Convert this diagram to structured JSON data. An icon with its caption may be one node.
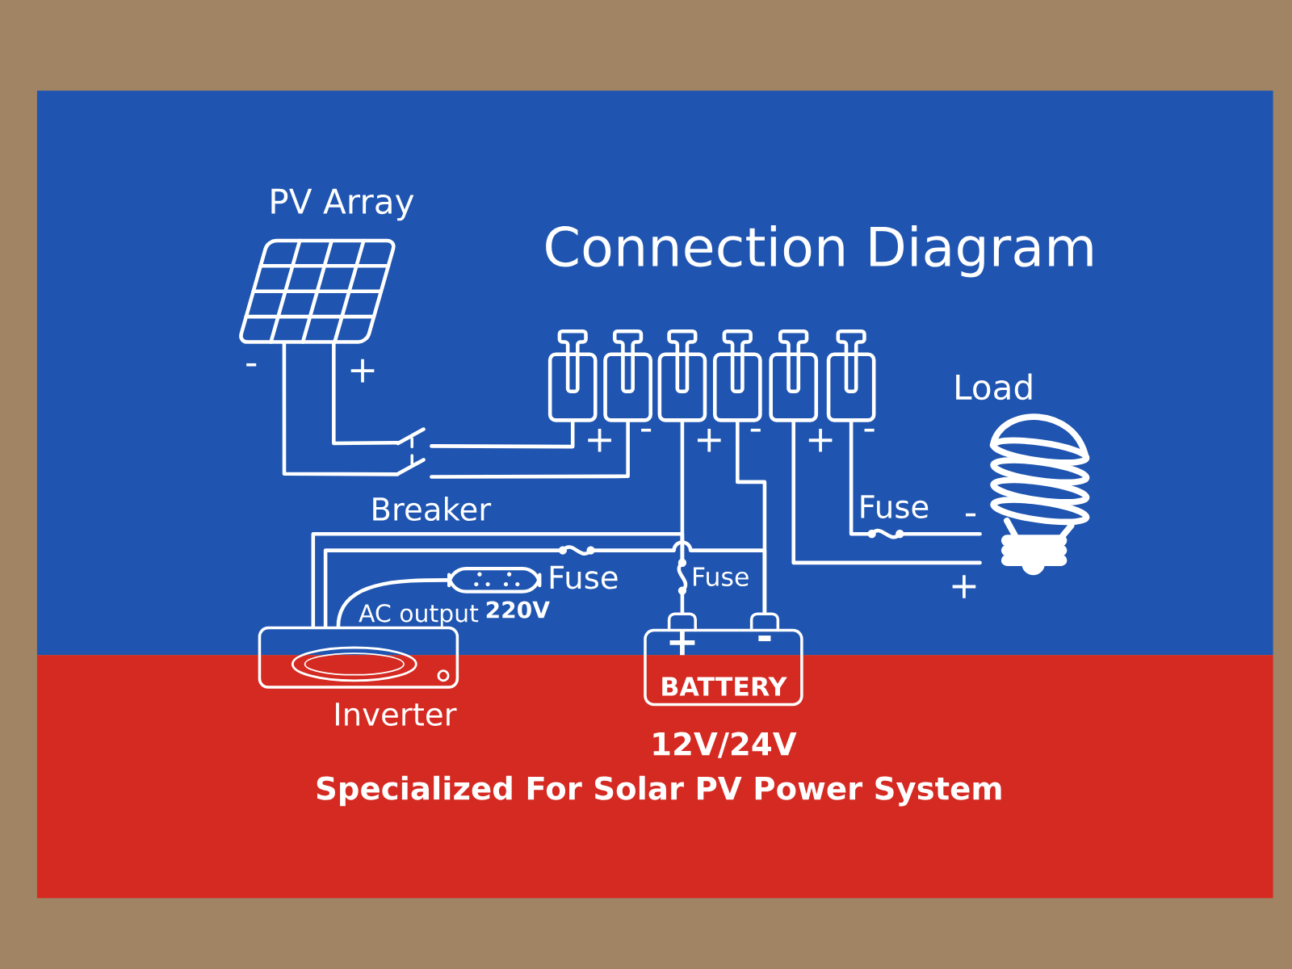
{
  "diagram": {
    "title": "Connection Diagram",
    "caption": "Specialized For Solar PV Power System",
    "nodes": [
      {
        "text": [
          "PV Array"
        ]
      },
      {
        "text": [
          "Breaker"
        ]
      },
      {
        "text": [],
        "shape": "box",
        "beside": [
          "+"
        ]
      },
      {
        "text": [],
        "shape": "box",
        "beside": [
          "-"
        ]
      },
      {
        "text": [],
        "shape": "box",
        "beside": [
          "+"
        ]
      },
      {
        "text": [],
        "shape": "box",
        "beside": [
          "-"
        ]
      },
      {
        "text": [],
        "shape": "box",
        "beside": [
          "+"
        ]
      },
      {
        "text": [],
        "shape": "box",
        "beside": [
          "-"
        ]
      },
      {
        "text": [
          "Load"
        ]
      },
      {
        "text": [
          "Fuse"
        ]
      },
      {
        "text": [
          "Inverter"
        ]
      },
      {
        "text": [],
        "shape": "box",
        "beside": [
          "AC output",
          "220V"
        ]
      },
      {
        "text": [
          "Fuse"
        ]
      },
      {
        "text": [
          "Fuse"
        ]
      },
      {
        "text": [
          "BATTERY"
        ],
        "beside": [
          "12V/24V"
        ]
      }
    ],
    "edges": [
      {
        "from": 0,
        "to": 1,
        "arrow": "none"
      },
      {
        "from": 0,
        "to": 1,
        "arrow": "none"
      },
      {
        "from": 1,
        "to": 2,
        "arrow": "none"
      },
      {
        "from": 1,
        "to": 3,
        "arrow": "none"
      },
      {
        "from": 4,
        "to": 13,
        "arrow": "none"
      },
      {
        "from": 13,
        "to": 14,
        "arrow": "none"
      },
      {
        "from": 5,
        "to": 14,
        "arrow": "none"
      },
      {
        "from": 6,
        "to": 8,
        "arrow": "none"
      },
      {
        "from": 7,
        "to": 9,
        "arrow": "none"
      },
      {
        "from": 9,
        "to": 8,
        "arrow": "none"
      },
      {
        "from": 11,
        "to": 10,
        "arrow": "none"
      },
      {
        "from": 10,
        "to": 13,
        "arrow": "none"
      },
      {
        "from": 10,
        "to": 12,
        "arrow": "none"
      },
      {
        "from": 12,
        "to": 14,
        "arrow": "none"
      }
    ],
    "labels": [
      "-",
      "+",
      "-",
      "+",
      "+",
      "-"
    ]
  }
}
